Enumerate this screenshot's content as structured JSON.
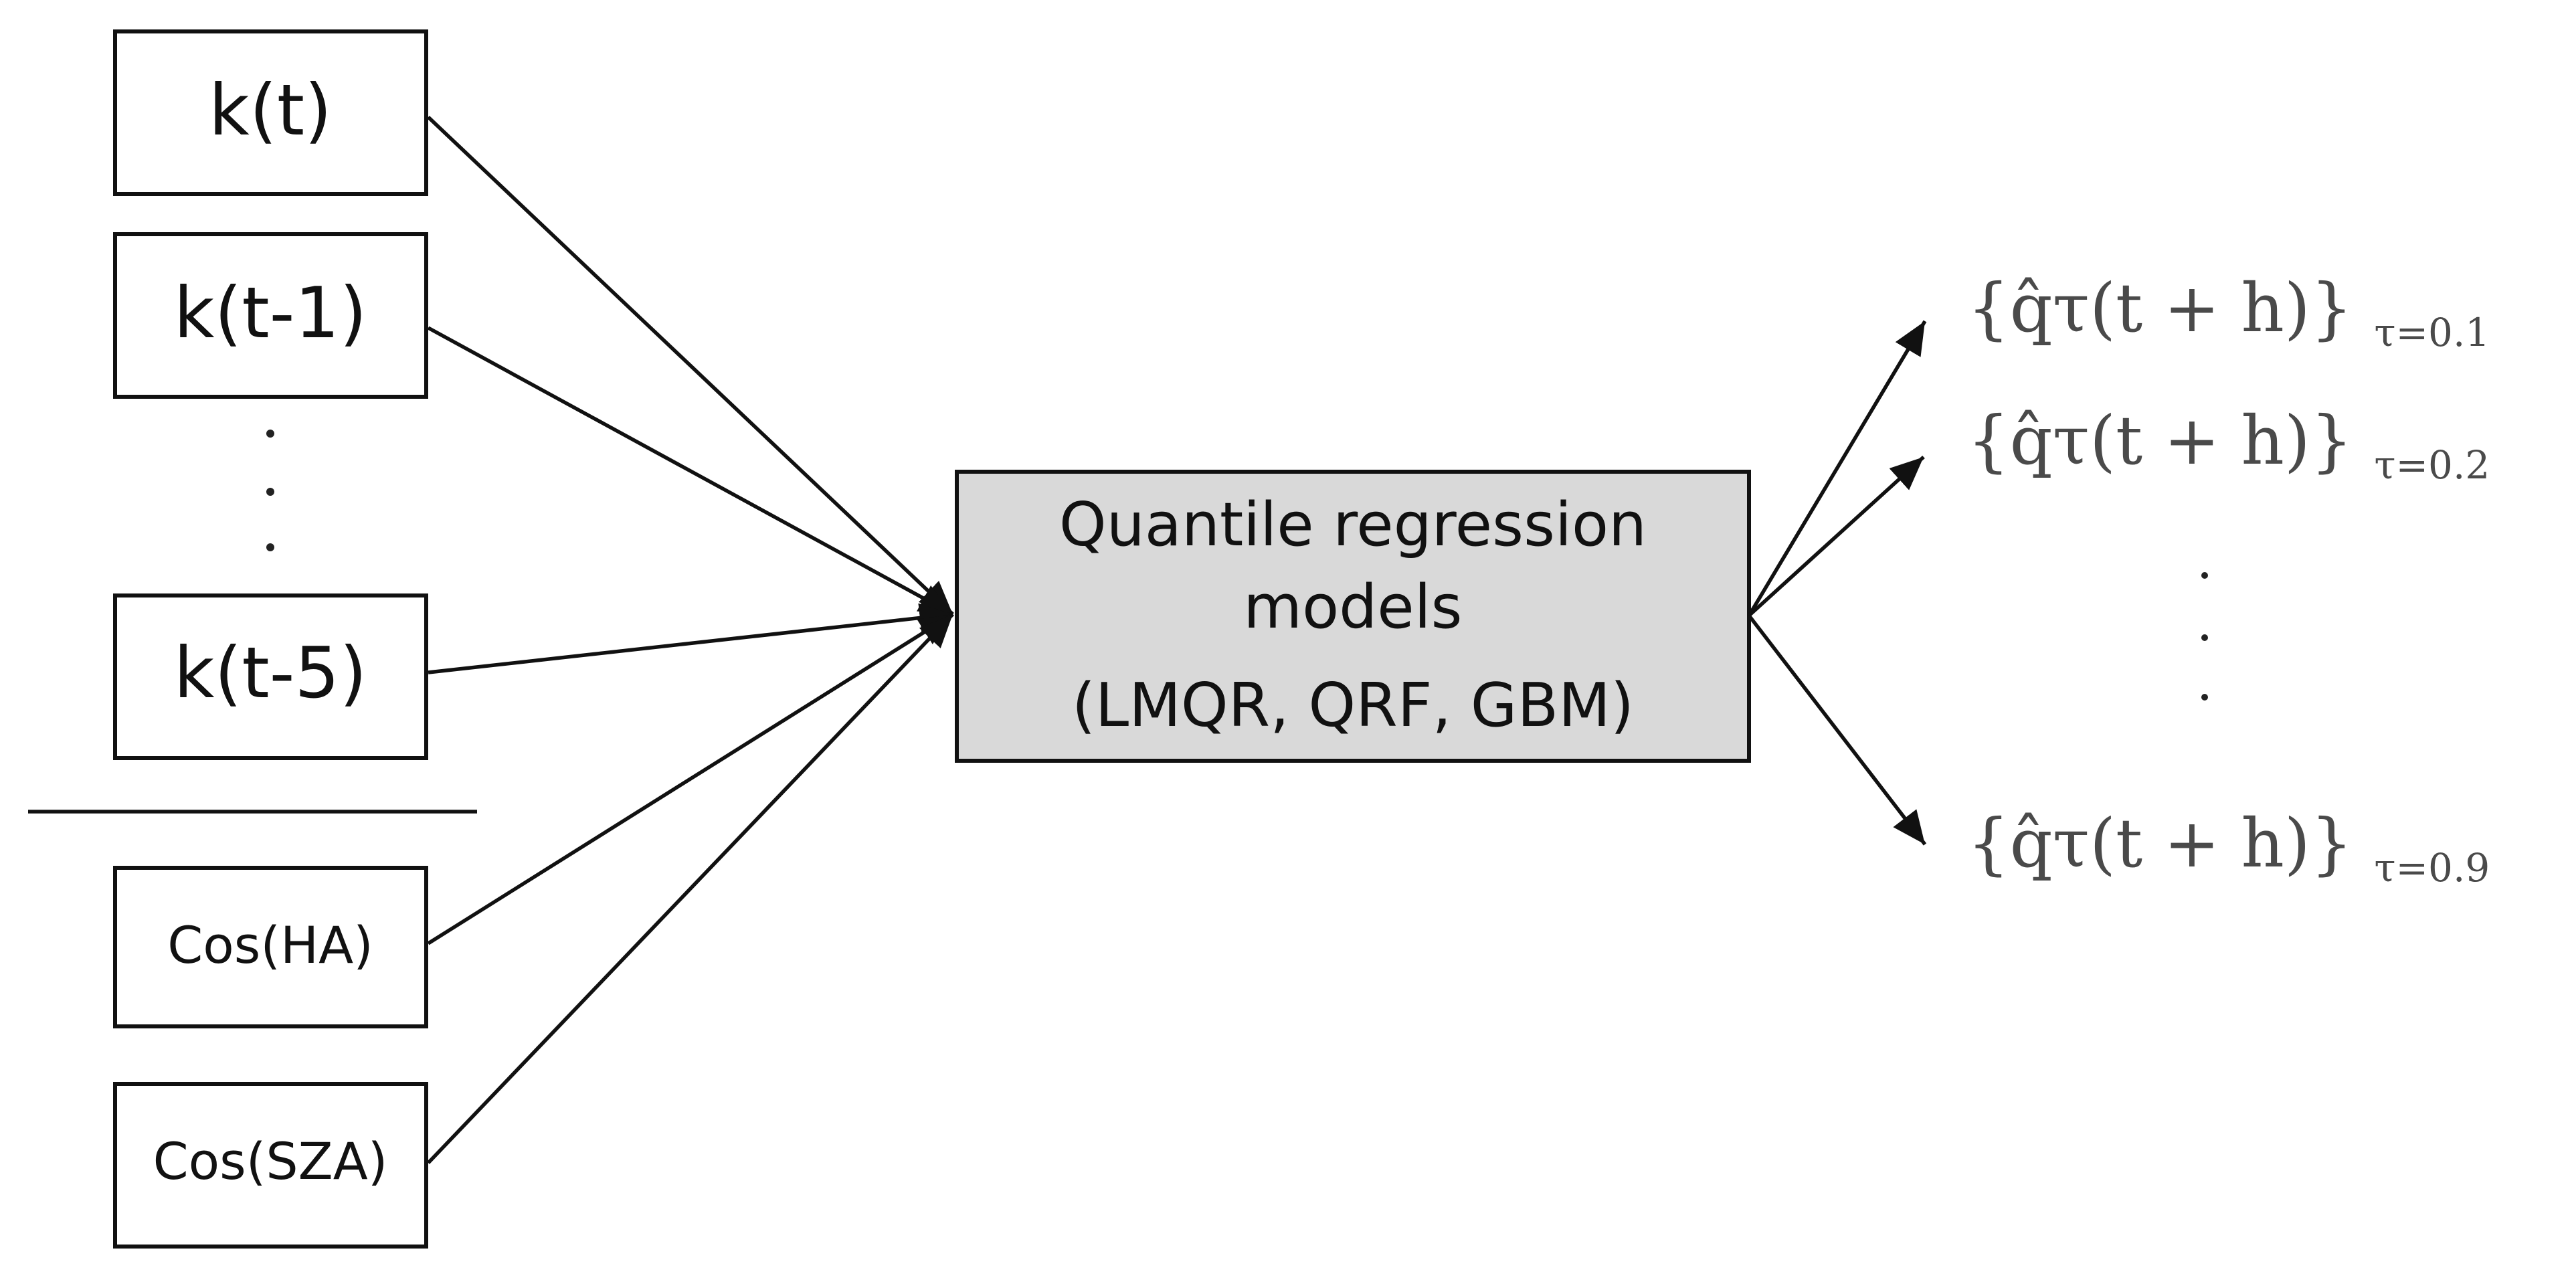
{
  "diagram": {
    "inputs": {
      "k_t": "k(t)",
      "k_t1": "k(t-1)",
      "k_t5": "k(t-5)",
      "cos_ha": "Cos(HA)",
      "cos_sza": "Cos(SZA)"
    },
    "model": {
      "line1": "Quantile regression",
      "line2": "models",
      "line3": "(LMQR, QRF, GBM)"
    },
    "outputs": [
      {
        "expression": "{q̂τ(t + h)}",
        "subscript": "τ=0.1"
      },
      {
        "expression": "{q̂τ(t + h)}",
        "subscript": "τ=0.2"
      },
      {
        "expression": "{q̂τ(t + h)}",
        "subscript": "τ=0.9"
      }
    ]
  }
}
